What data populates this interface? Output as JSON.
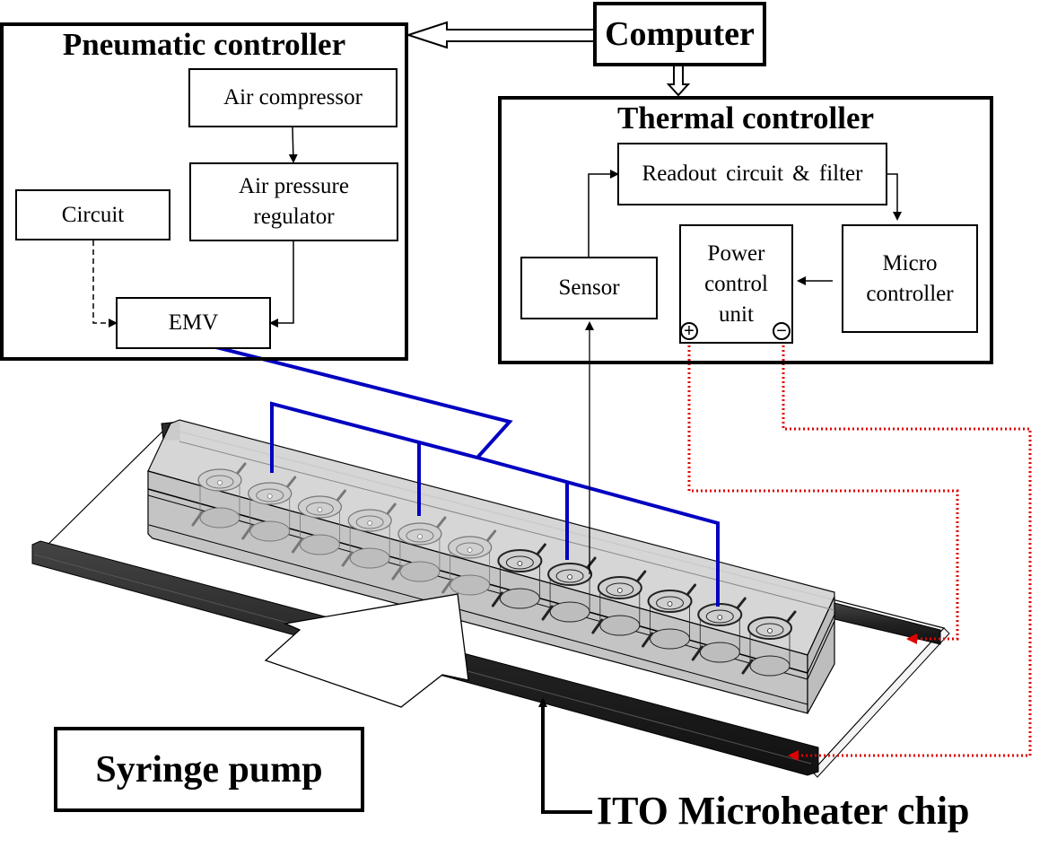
{
  "diagram": {
    "computer": {
      "label": "Computer"
    },
    "pneumatic_controller": {
      "title": "Pneumatic controller",
      "air_compressor": "Air compressor",
      "air_pressure_regulator": [
        "Air pressure",
        "regulator"
      ],
      "circuit": "Circuit",
      "emv": "EMV"
    },
    "thermal_controller": {
      "title": "Thermal controller",
      "readout": "Readout circuit & filter",
      "sensor": "Sensor",
      "power_control_unit": [
        "Power",
        "control",
        "unit"
      ],
      "micro_controller": [
        "Micro",
        "controller"
      ],
      "terminal_positive": "+",
      "terminal_negative": "−"
    },
    "syringe_pump": {
      "label": "Syringe pump"
    },
    "ito_chip": {
      "label": "ITO Microheater chip"
    },
    "colors": {
      "pneumatic_line": "#0000c0",
      "electrical_line": "#e00000",
      "electrode": "#2a2a2a",
      "chamber_fill": "#c8c8c8"
    },
    "well_count": 12
  }
}
